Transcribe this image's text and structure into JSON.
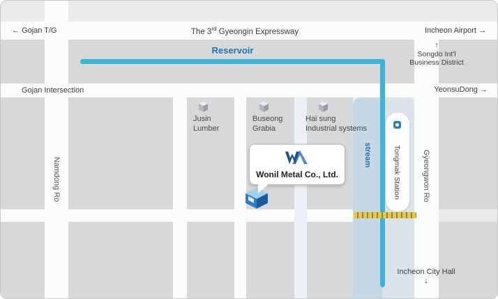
{
  "top_band": {
    "left_arrow": "←",
    "left_label": "Gojan T/G",
    "center_prefix": "The 3",
    "center_sup": "rd",
    "center_suffix": " Gyeongin Expressway",
    "right_label": "Incheon Airport",
    "right_arrow": "→"
  },
  "reservoir": {
    "label": "Reservoir"
  },
  "songdo": {
    "arrow": "↑",
    "line1": "Songdo Int'l",
    "line2": "Business District"
  },
  "second_band": {
    "left_label": "Gojan Intersection",
    "right_label": "YeonsuDong",
    "right_arrow": "→"
  },
  "roads": {
    "namdong": "Namdong Ro",
    "gyeongwon": "Gyeongwon Ro"
  },
  "stream": {
    "label": "stream"
  },
  "station": {
    "label": "Tongmak Station"
  },
  "buildings": [
    {
      "line1": "Jusin",
      "line2": "Lumber"
    },
    {
      "line1": "Buseong",
      "line2": "Grabia"
    },
    {
      "line1": "Hai sung",
      "line2": "Industrial systems"
    }
  ],
  "callout": {
    "company": "Wonil Metal Co., Ltd."
  },
  "city_hall": {
    "label": "Incheon City Hall",
    "arrow": "↓"
  },
  "colors": {
    "water": "#3ab5d8",
    "label_blue": "#1c74b8",
    "crossing_yellow": "#ecc83e"
  }
}
